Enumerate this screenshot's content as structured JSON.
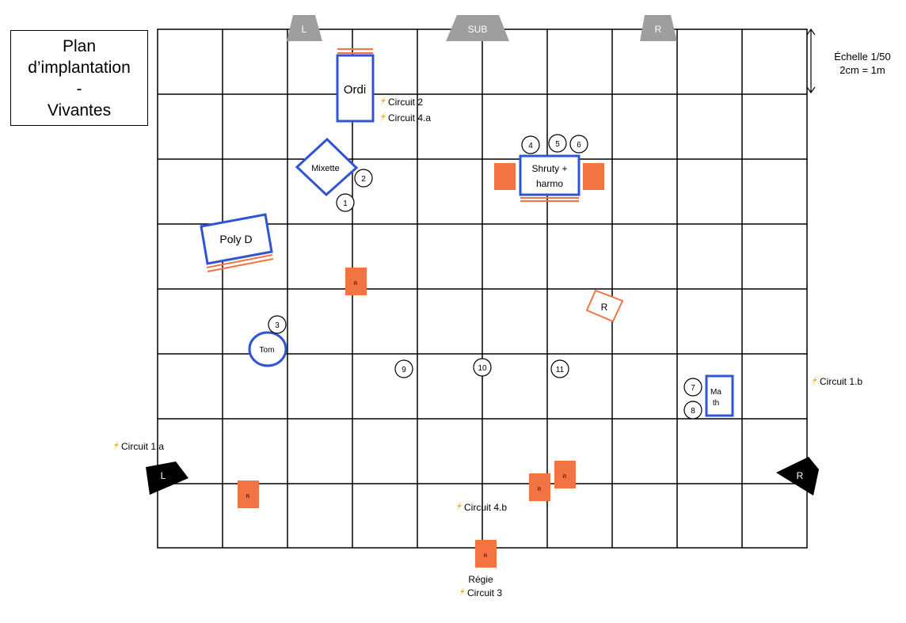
{
  "title": {
    "line1": "Plan",
    "line2": "d’implantation",
    "line3": "-",
    "line4": "Vivantes"
  },
  "scale": {
    "line1": "Échelle 1/50",
    "line2": "2cm = 1m"
  },
  "speakers": {
    "top_left": "L",
    "sub": "SUB",
    "top_right": "R",
    "front_left": "L",
    "front_right": "R"
  },
  "instruments": {
    "ordi": "Ordi",
    "mixette": "Mixette",
    "shruty_line1": "Shruty +",
    "shruty_line2": "harmo",
    "poly": "Poly D",
    "tom": "Tom",
    "math_line1": "Ma",
    "math_line2": "th",
    "r_box": "R"
  },
  "mics": [
    "1",
    "2",
    "3",
    "4",
    "5",
    "6",
    "7",
    "8",
    "9",
    "10",
    "11"
  ],
  "circuits": {
    "c2": "Circuit 2",
    "c4a": "Circuit 4.a",
    "c1b": "Circuit 1.b",
    "c1a": "Circuit 1.a",
    "c4b": "Circuit 4.b",
    "c3": "Circuit 3"
  },
  "regie": "Régie",
  "small_box_label": "R",
  "colors": {
    "instrument": "#2f55d4",
    "orange": "#f37342",
    "speaker_gray": "#9e9e9e",
    "lightning": "#f5b23a"
  }
}
